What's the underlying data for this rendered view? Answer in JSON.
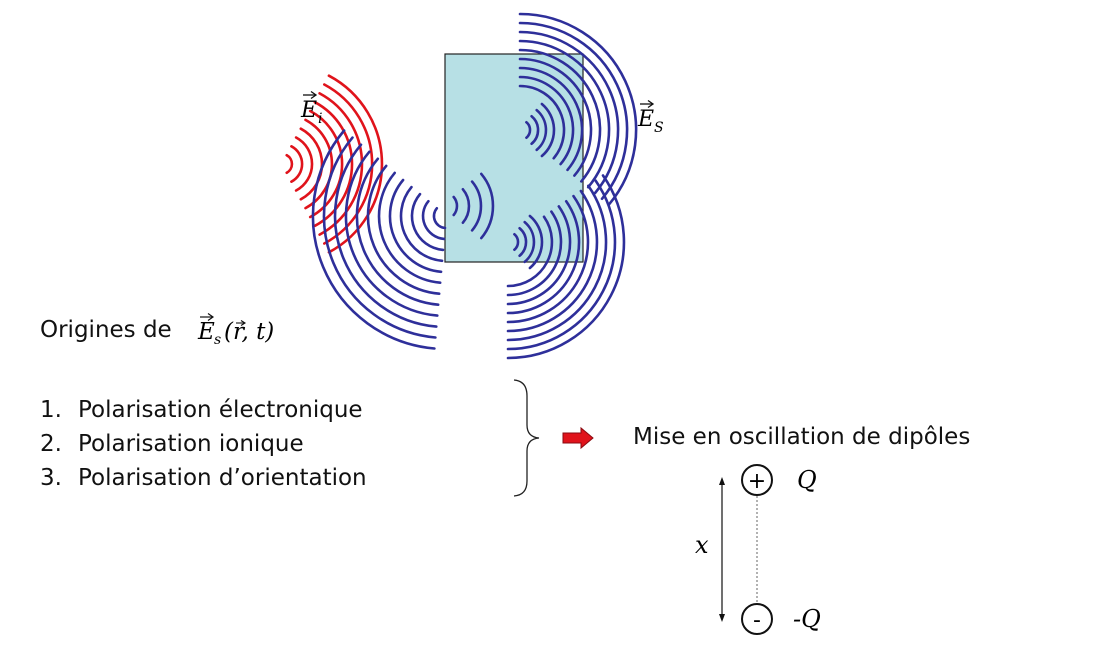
{
  "labels": {
    "incident_field": {
      "base": "E",
      "sub": "i"
    },
    "scattered_field": {
      "base": "E",
      "sub": "S"
    }
  },
  "origins": {
    "heading": "Origines de",
    "expression": {
      "base": "E",
      "sub": "s",
      "args": "(r, t)"
    }
  },
  "mechanisms": [
    {
      "number": "1.",
      "label": "Polarisation électronique"
    },
    {
      "number": "2.",
      "label": "Polarisation ionique"
    },
    {
      "number": "3.",
      "label": "Polarisation d’orientation"
    }
  ],
  "result": "Mise en oscillation de dipôles",
  "dipole": {
    "positive_symbol": "+",
    "negative_symbol": "-",
    "positive_charge": "Q",
    "negative_charge": "-Q",
    "separation": "x"
  },
  "colors": {
    "incident_wave": "#e0131b",
    "scattered_wave": "#2e2f9a",
    "scatterer_fill": "#b7e0e5",
    "arrow": "#e0131b",
    "text": "#111111"
  }
}
